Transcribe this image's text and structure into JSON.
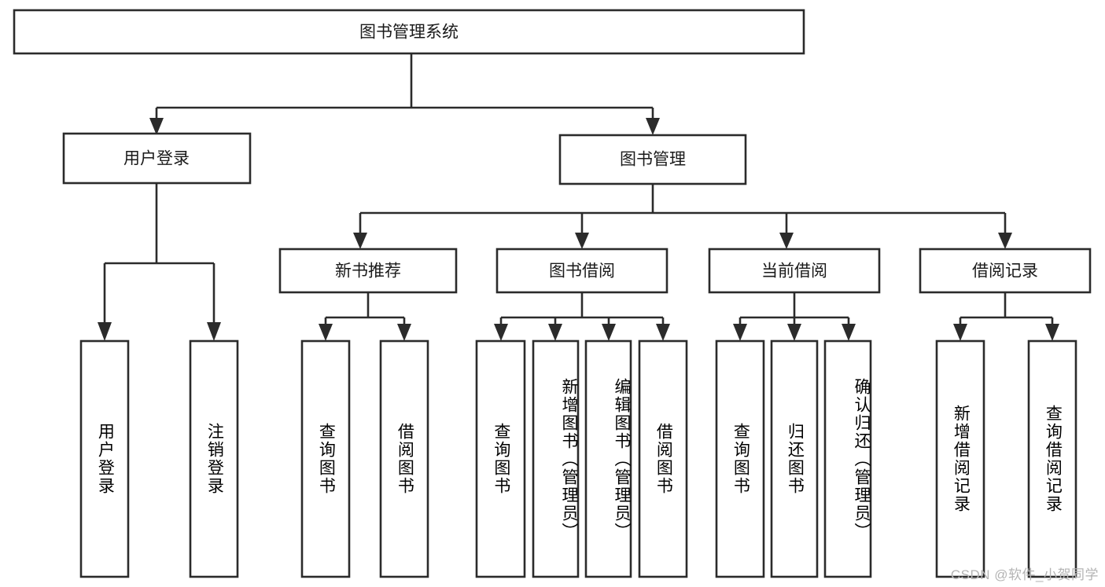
{
  "diagram": {
    "title": "图书管理系统",
    "watermark": "CSDN @软件_小贺同学",
    "colors": {
      "stroke": "#2b2b2b",
      "box_fill": "#ffffff",
      "text": "#1a1a1a",
      "background": "#ffffff",
      "watermark": "#b4b4b4"
    },
    "root": {
      "label": "图书管理系统"
    },
    "level2": [
      {
        "label": "用户登录"
      },
      {
        "label": "图书管理"
      }
    ],
    "level3": [
      {
        "label": "新书推荐"
      },
      {
        "label": "图书借阅"
      },
      {
        "label": "当前借阅"
      },
      {
        "label": "借阅记录"
      }
    ],
    "leaves": {
      "user_login": [
        {
          "label": "用户登录"
        },
        {
          "label": "注销登录"
        }
      ],
      "new_book": [
        {
          "label": "查询图书"
        },
        {
          "label": "借阅图书"
        }
      ],
      "book_borrow": [
        {
          "label": "查询图书"
        },
        {
          "label": "新增图书（管理员）"
        },
        {
          "label": "编辑图书（管理员）"
        },
        {
          "label": "借阅图书"
        }
      ],
      "current_borrow": [
        {
          "label": "查询图书"
        },
        {
          "label": "归还图书"
        },
        {
          "label": "确认归还（管理员）"
        }
      ],
      "borrow_record": [
        {
          "label": "新增借阅记录"
        },
        {
          "label": "查询借阅记录"
        }
      ]
    }
  }
}
